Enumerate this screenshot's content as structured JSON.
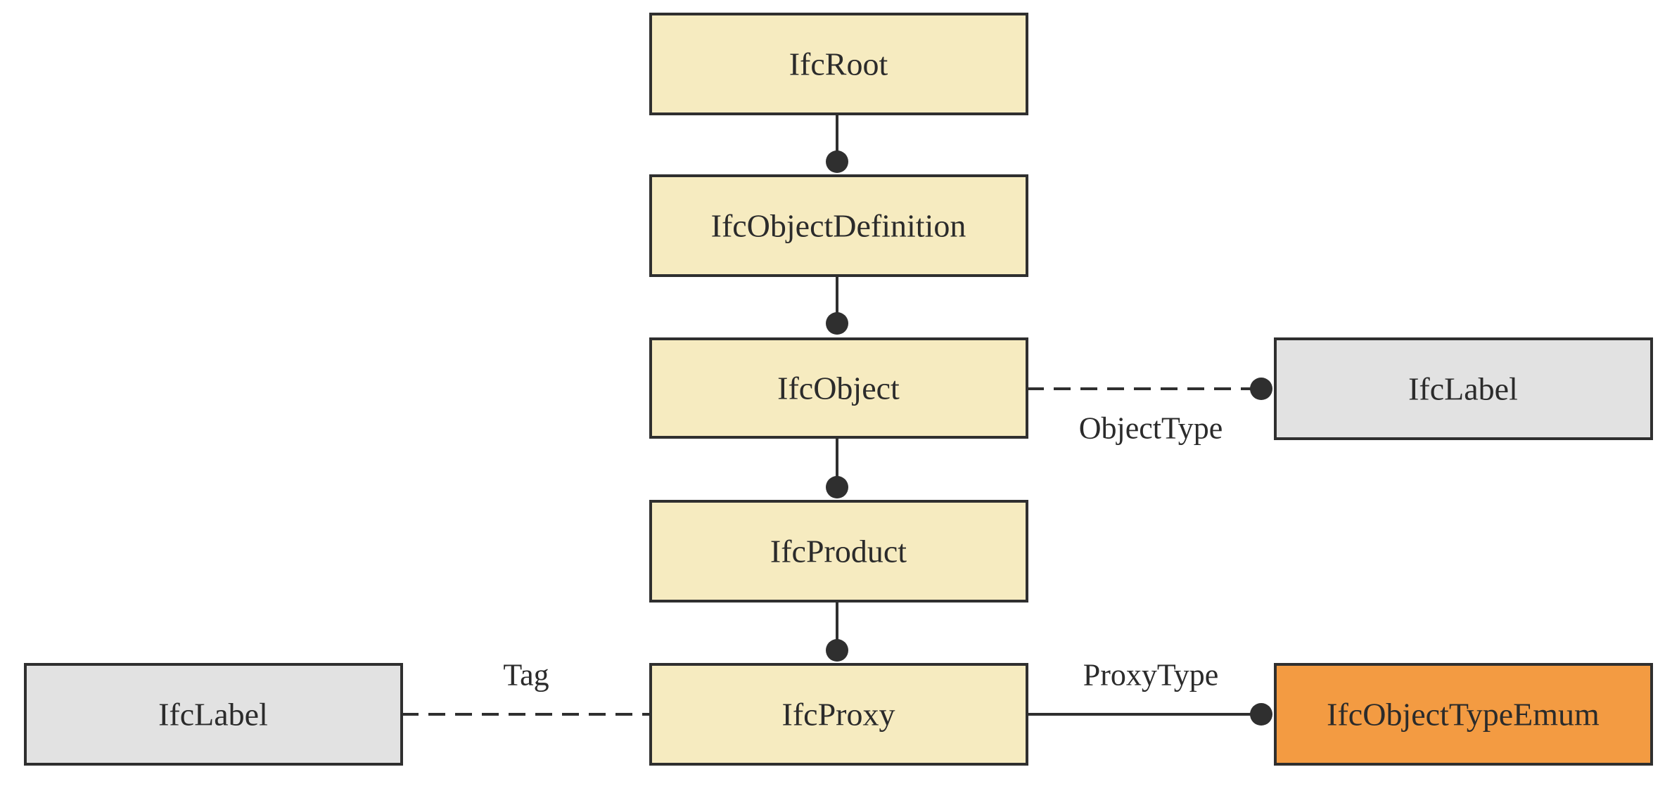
{
  "colors": {
    "class_fill": "#f6ebc0",
    "type_fill": "#e2e2e2",
    "enum_fill": "#f39b42",
    "stroke": "#2f2f2f"
  },
  "nodes": {
    "ifc_root": {
      "label": "IfcRoot",
      "kind": "class"
    },
    "ifc_object_definition": {
      "label": "IfcObjectDefinition",
      "kind": "class"
    },
    "ifc_object": {
      "label": "IfcObject",
      "kind": "class"
    },
    "ifc_product": {
      "label": "IfcProduct",
      "kind": "class"
    },
    "ifc_proxy": {
      "label": "IfcProxy",
      "kind": "class"
    },
    "ifc_label_right": {
      "label": "IfcLabel",
      "kind": "type"
    },
    "ifc_label_left": {
      "label": "IfcLabel",
      "kind": "type"
    },
    "ifc_object_type_enum": {
      "label": "IfcObjectTypeEmum",
      "kind": "enum"
    }
  },
  "edges": [
    {
      "from": "ifc_root",
      "to": "ifc_object_definition",
      "style": "solid",
      "label": ""
    },
    {
      "from": "ifc_object_definition",
      "to": "ifc_object",
      "style": "solid",
      "label": ""
    },
    {
      "from": "ifc_object",
      "to": "ifc_product",
      "style": "solid",
      "label": ""
    },
    {
      "from": "ifc_product",
      "to": "ifc_proxy",
      "style": "solid",
      "label": ""
    },
    {
      "from": "ifc_object",
      "to": "ifc_label_right",
      "style": "dashed",
      "label": "ObjectType"
    },
    {
      "from": "ifc_proxy",
      "to": "ifc_label_left",
      "style": "dashed",
      "label": "Tag"
    },
    {
      "from": "ifc_proxy",
      "to": "ifc_object_type_enum",
      "style": "solid",
      "label": "ProxyType"
    }
  ]
}
